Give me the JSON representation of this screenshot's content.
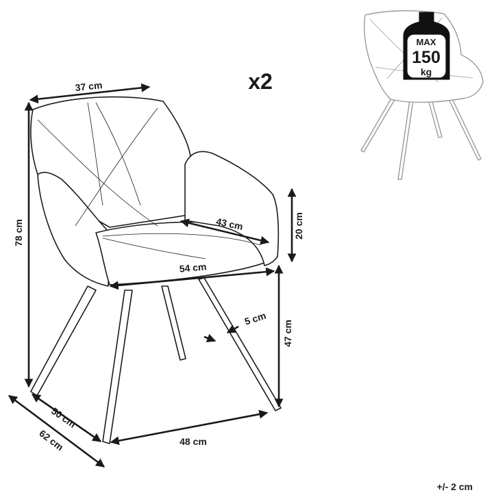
{
  "quantity": "x2",
  "tolerance": "+/- 2 cm",
  "max_load": {
    "line1": "MAX",
    "line2": "150",
    "line3": "kg"
  },
  "dimensions": {
    "back_width": "37 cm",
    "seat_depth": "43 cm",
    "armrest_height": "20 cm",
    "seat_width": "54 cm",
    "total_height": "78 cm",
    "leg_thickness": "5 cm",
    "seat_height": "47 cm",
    "depth_base": "50 cm",
    "depth_total": "62 cm",
    "width_base": "48 cm"
  }
}
